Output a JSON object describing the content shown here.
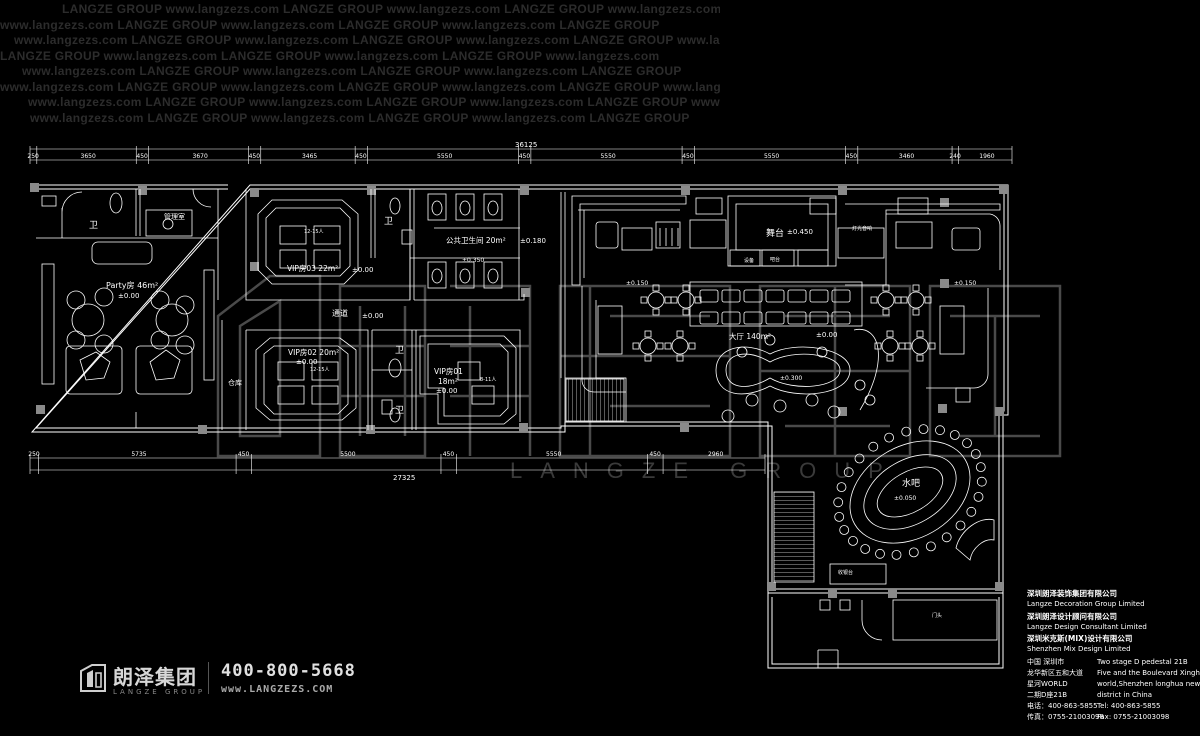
{
  "watermark": {
    "rows": [
      "LANGZE GROUP www.langzezs.com LANGZE GROUP www.langzezs.com LANGZE GROUP www.langzezs.com LANGZE GROUP",
      "www.langzezs.com LANGZE GROUP www.langzezs.com LANGZE GROUP www.langzezs.com LANGZE GROUP",
      "www.langzezs.com LANGZE GROUP www.langzezs.com LANGZE GROUP www.langzezs.com LANGZE GROUP www.langzezs.com",
      "LANGZE GROUP www.langzezs.com LANGZE GROUP www.langzezs.com LANGZE GROUP www.langzezs.com",
      "www.langzezs.com LANGZE GROUP www.langzezs.com LANGZE GROUP www.langzezs.com LANGZE GROUP",
      "www.langzezs.com LANGZE GROUP www.langzezs.com LANGZE GROUP www.langzezs.com LANGZE GROUP www.langzezs.com",
      "www.langzezs.com LANGZE GROUP www.langzezs.com LANGZE GROUP www.langzezs.com LANGZE GROUP www.langzezs.com",
      "www.langzezs.com LANGZE GROUP www.langzezs.com LANGZE GROUP www.langzezs.com LANGZE GROUP"
    ],
    "big_logo_text": "朗泽集团",
    "big_logo_en": "LANGZE GROUP"
  },
  "dimensions": {
    "total_top": "36125",
    "total_bottom": "27325",
    "top": [
      "250",
      "3650",
      "450",
      "3670",
      "450",
      "3465",
      "450",
      "5550",
      "450",
      "5550",
      "450",
      "5550",
      "450",
      "3460",
      "240",
      "1960"
    ],
    "bottom": [
      "250",
      "5735",
      "450",
      "5500",
      "450",
      "5550",
      "450",
      "2960"
    ]
  },
  "rooms": {
    "party": {
      "name": "Party房 46m²",
      "level": "±0.00"
    },
    "wc": "卫",
    "kitchen_small": "管理室",
    "vip03": {
      "name": "VIP房03  22m²",
      "level": "±0.00",
      "seat": "12-15人"
    },
    "vip02": {
      "name": "VIP房02  20m²",
      "level": "±0.00",
      "seat": "12-15人"
    },
    "vip01": {
      "name": "VIP房01",
      "area": "18m²",
      "level": "±0.00",
      "seat": "8-11人"
    },
    "public_wc": {
      "name": "公共卫生间  20m²",
      "level": "±0.180",
      "level2": "±0.350"
    },
    "corridor": {
      "name": "通道",
      "level": "±0.00"
    },
    "storage": "仓库",
    "stage": {
      "name": "舞台",
      "level": "±0.450"
    },
    "stage_side_a": "灯光音响",
    "stage_side_b": "设备",
    "bar_counter": "吧台",
    "hall": {
      "name": "大厅 140m²",
      "level": "±0.00",
      "sub_level": "±0.300"
    },
    "level_left": "±0.150",
    "level_right": "±0.150",
    "water_bar": {
      "name": "水吧",
      "level": "±0.050"
    },
    "cashier": "收银台",
    "entrance": "门头"
  },
  "brand": {
    "cn": "朗泽集团",
    "en": "LANGZE GROUP",
    "phone": "400-800-5668",
    "url": "www.LANGZEZS.COM"
  },
  "companies": [
    {
      "cn": "深圳朗泽装饰集团有限公司",
      "en": "Langze Decoration Group Limited"
    },
    {
      "cn": "深圳朗泽设计顾问有限公司",
      "en": "Langze Design Consultant Limited"
    },
    {
      "cn": "深圳米克斯(MIX)设计有限公司",
      "en": "Shenzhen Mix Design Limited"
    }
  ],
  "address_cn": [
    "中国 深圳市",
    "龙华新区五和大道",
    "星河WORLD",
    "二期D座21B",
    "电话：400-863-5855",
    "传真：0755-21003098"
  ],
  "address_en": [
    "Two stage D pedestal 21B",
    "Five and the Boulevard Xinghe",
    "world,Shenzhen longhua new",
    "district in China",
    "Tel: 400-863-5855",
    "Fax: 0755-21003098"
  ],
  "colors": {
    "background": "#000000",
    "lines": "#ffffff",
    "watermark": "#2c2c2c"
  }
}
